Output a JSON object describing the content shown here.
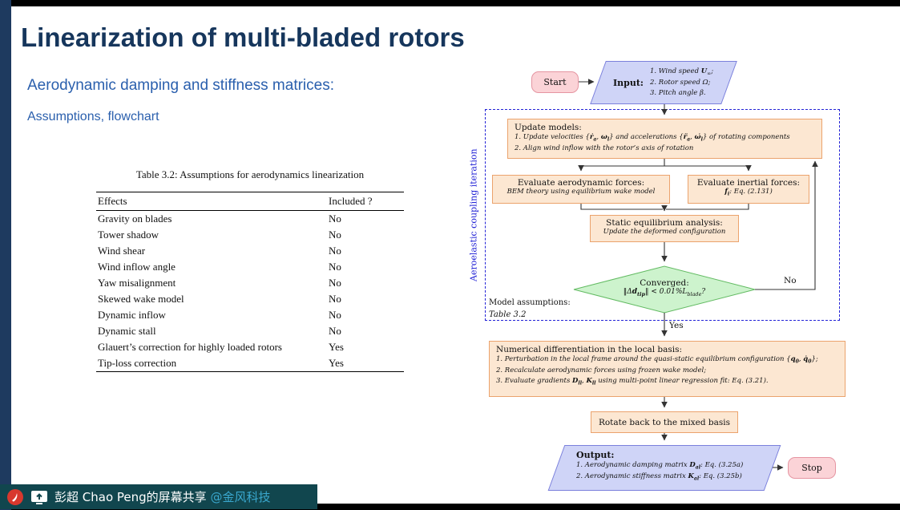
{
  "slide": {
    "title": "Linearization of multi-bladed rotors",
    "subtitle": "Aerodynamic damping and stiffness matrices:",
    "section": "Assumptions, flowchart"
  },
  "table": {
    "caption": "Table 3.2: Assumptions for aerodynamics linearization",
    "headers": [
      "Effects",
      "Included ?"
    ],
    "rows": [
      [
        "Gravity on blades",
        "No"
      ],
      [
        "Tower shadow",
        "No"
      ],
      [
        "Wind shear",
        "No"
      ],
      [
        "Wind inflow angle",
        "No"
      ],
      [
        "Yaw misalignment",
        "No"
      ],
      [
        "Skewed wake model",
        "No"
      ],
      [
        "Dynamic inflow",
        "No"
      ],
      [
        "Dynamic stall",
        "No"
      ],
      [
        "Glauert’s correction for highly loaded rotors",
        "Yes"
      ],
      [
        "Tip-loss correction",
        "Yes"
      ]
    ]
  },
  "flowchart": {
    "start": "Start",
    "stop": "Stop",
    "input_title": "Input:",
    "input_items": [
      [
        {
          "t": "1. Wind speed "
        },
        {
          "t": "U",
          "b": true
        },
        {
          "s": "∞"
        },
        {
          "t": ";"
        }
      ],
      [
        {
          "t": "2. Rotor speed Ω;"
        }
      ],
      [
        {
          "t": "3. Pitch angle β."
        }
      ]
    ],
    "loop_label": "Aeroelastic coupling iteration",
    "update_models_title": "Update models:",
    "update_models_items": [
      [
        {
          "t": "1. Update velocities {"
        },
        {
          "t": "ṙ",
          "b": true
        },
        {
          "s": "a",
          "b": true
        },
        {
          "t": ", "
        },
        {
          "t": "ω",
          "b": true
        },
        {
          "s": "l",
          "b": true
        },
        {
          "t": "} and accelerations {"
        },
        {
          "t": "r̈",
          "b": true
        },
        {
          "s": "a",
          "b": true
        },
        {
          "t": ", "
        },
        {
          "t": "ω̇",
          "b": true
        },
        {
          "s": "l",
          "b": true
        },
        {
          "t": "} of rotating components"
        }
      ],
      [
        {
          "t": "2. Align wind inflow with the rotor’s axis of rotation"
        }
      ]
    ],
    "aero_title": "Evaluate aerodynamic forces:",
    "aero_sub": [
      {
        "t": "BEM theory using equilibrium wake model"
      }
    ],
    "inertial_title": "Evaluate inertial forces:",
    "inertial_sub": [
      {
        "t": "f",
        "b": true
      },
      {
        "s": "i",
        "b": true
      },
      {
        "t": ": Eq. (2.131)"
      }
    ],
    "static_title": "Static equilibrium analysis:",
    "static_sub": [
      {
        "t": "Update the deformed configuration"
      }
    ],
    "converged_title": "Converged:",
    "converged_cond": [
      {
        "t": "‖Δ"
      },
      {
        "t": "d",
        "b": true
      },
      {
        "s": "tip",
        "b": true
      },
      {
        "t": "‖ < 0.01%"
      },
      {
        "t": "L"
      },
      {
        "s": "blade"
      },
      {
        "t": "?"
      }
    ],
    "no_label": "No",
    "yes_label": "Yes",
    "assumptions_line1": "Model assumptions:",
    "assumptions_line2": "Table 3.2",
    "numdiff_title": "Numerical differentiation in the local basis:",
    "numdiff_items": [
      [
        {
          "t": "1. Perturbation in the local frame around the quasi-static equilibrium configuration {"
        },
        {
          "t": "q",
          "b": true
        },
        {
          "s": "0",
          "b": true
        },
        {
          "t": ", "
        },
        {
          "t": "q̇",
          "b": true
        },
        {
          "s": "0",
          "b": true
        },
        {
          "t": "};"
        }
      ],
      [
        {
          "t": "2. Recalculate aerodynamic forces using frozen wake model;"
        }
      ],
      [
        {
          "t": "3. Evaluate gradients "
        },
        {
          "t": "D",
          "b": true
        },
        {
          "s": "ll",
          "b": true
        },
        {
          "t": ", "
        },
        {
          "t": "K",
          "b": true
        },
        {
          "s": "ll",
          "b": true
        },
        {
          "t": " using multi-point linear regression fit: Eq. (3.21)."
        }
      ]
    ],
    "rotate_label": "Rotate back to the mixed basis",
    "output_title": "Output:",
    "output_items": [
      [
        {
          "t": "1. Aerodynamic damping matrix "
        },
        {
          "t": "D",
          "b": true
        },
        {
          "s": "al",
          "b": true
        },
        {
          "t": ": Eq. (3.25a)"
        }
      ],
      [
        {
          "t": "2. Aerodynamic stiffness matrix "
        },
        {
          "t": "K",
          "b": true
        },
        {
          "s": "al",
          "b": true
        },
        {
          "t": ": Eq. (3.25b)"
        }
      ]
    ]
  },
  "overlay": {
    "share_text": "彭超 Chao Peng的屏幕共享 ",
    "mention": "@金风科技"
  },
  "colors": {
    "title_navy": "#16365c",
    "accent_blue": "#2a5fad",
    "box_orange_fill": "#fce7d2",
    "box_orange_border": "#eba36d",
    "parallelogram_fill": "#cfd4f7",
    "parallelogram_border": "#7b80dc",
    "terminal_fill": "#fbd3d7",
    "terminal_border": "#e595a2",
    "diamond_fill": "#cdf3cd",
    "diamond_border": "#63bb63",
    "dashed_loop": "#2323d6",
    "overlay_bar": "#11464e",
    "mention_color": "#3aa8cf",
    "side_strip": "#1e3a5f"
  }
}
